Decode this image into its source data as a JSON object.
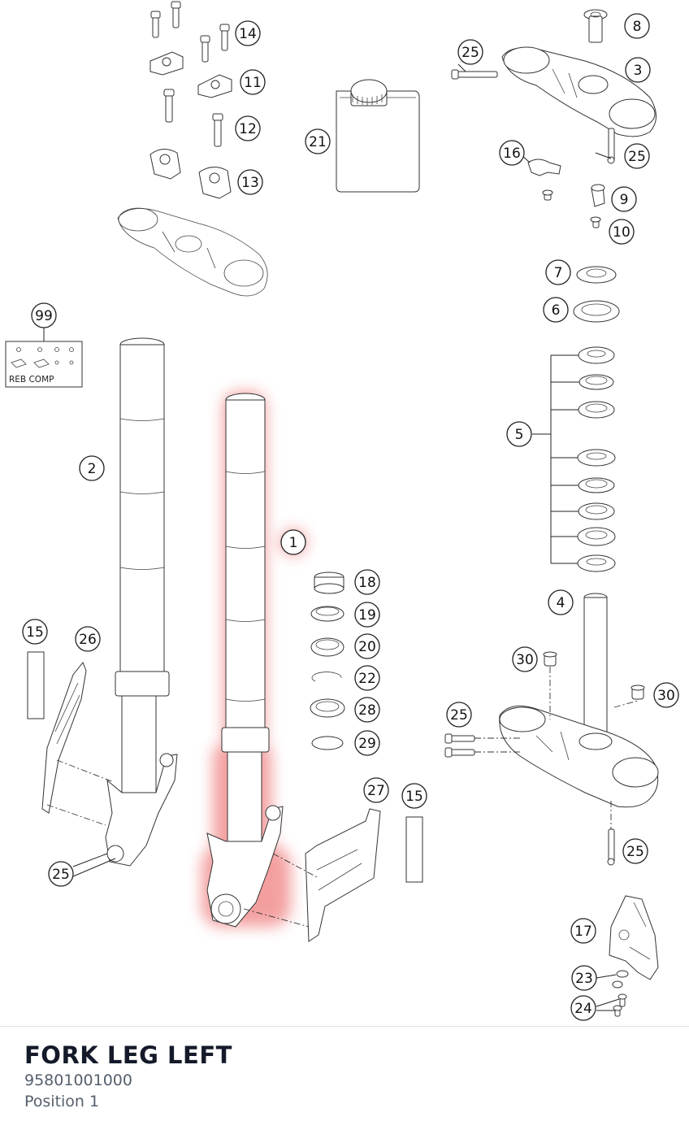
{
  "footer": {
    "title": "FORK LEG LEFT",
    "part_number": "95801001000",
    "position": "Position 1"
  },
  "highlight_color": "#f08080",
  "kit_label": "REB COMP",
  "callouts": [
    {
      "id": "c14",
      "label": "14"
    },
    {
      "id": "c11",
      "label": "11"
    },
    {
      "id": "c12",
      "label": "12"
    },
    {
      "id": "c13",
      "label": "13"
    },
    {
      "id": "c21",
      "label": "21"
    },
    {
      "id": "c8",
      "label": "8"
    },
    {
      "id": "c25a",
      "label": "25"
    },
    {
      "id": "c3",
      "label": "3"
    },
    {
      "id": "c25b",
      "label": "25"
    },
    {
      "id": "c16",
      "label": "16"
    },
    {
      "id": "c9",
      "label": "9"
    },
    {
      "id": "c10",
      "label": "10"
    },
    {
      "id": "c7",
      "label": "7"
    },
    {
      "id": "c6",
      "label": "6"
    },
    {
      "id": "c99",
      "label": "99"
    },
    {
      "id": "c5",
      "label": "5"
    },
    {
      "id": "c2",
      "label": "2"
    },
    {
      "id": "c1",
      "label": "1"
    },
    {
      "id": "c18",
      "label": "18"
    },
    {
      "id": "c19",
      "label": "19"
    },
    {
      "id": "c20",
      "label": "20"
    },
    {
      "id": "c22",
      "label": "22"
    },
    {
      "id": "c28",
      "label": "28"
    },
    {
      "id": "c29",
      "label": "29"
    },
    {
      "id": "c4",
      "label": "4"
    },
    {
      "id": "c30a",
      "label": "30"
    },
    {
      "id": "c30b",
      "label": "30"
    },
    {
      "id": "c25c",
      "label": "25"
    },
    {
      "id": "c15a",
      "label": "15"
    },
    {
      "id": "c26",
      "label": "26"
    },
    {
      "id": "c27",
      "label": "27"
    },
    {
      "id": "c15b",
      "label": "15"
    },
    {
      "id": "c25d",
      "label": "25"
    },
    {
      "id": "c25e",
      "label": "25"
    },
    {
      "id": "c17",
      "label": "17"
    },
    {
      "id": "c23",
      "label": "23"
    },
    {
      "id": "c24",
      "label": "24"
    }
  ]
}
